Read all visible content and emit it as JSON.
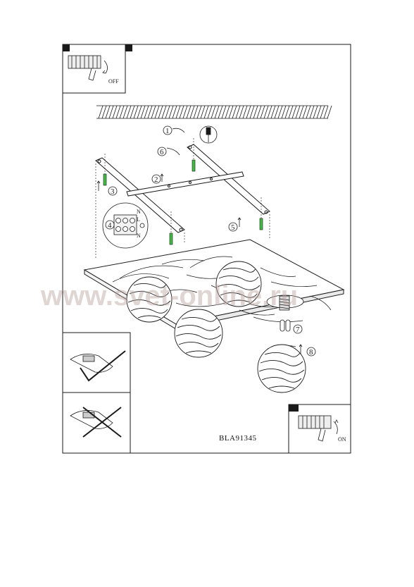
{
  "watermark": "www.svet-online.ru",
  "model_code": "BLA91345",
  "switch_off_label": "OFF",
  "switch_on_label": "ON",
  "steps": [
    "1",
    "2",
    "3",
    "4",
    "5",
    "6",
    "7",
    "8"
  ],
  "terminal_labels": [
    "N",
    "L",
    "N"
  ],
  "colors": {
    "line": "#1a1a1a",
    "screw_green": "#3fbf3f",
    "watermark": "#b9a39d"
  },
  "icons": [
    "switch-off-icon",
    "switch-on-icon",
    "screwdriver-icon",
    "hand-do-icon",
    "hand-dont-icon",
    "bulb-icon"
  ]
}
